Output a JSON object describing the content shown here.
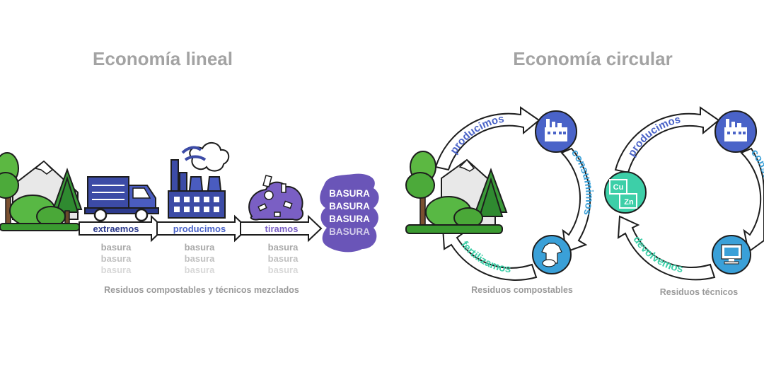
{
  "linear": {
    "title": "Economía lineal",
    "steps": [
      {
        "label": "extraemos",
        "waste": [
          "basura",
          "basura",
          "basura"
        ]
      },
      {
        "label": "producimos",
        "waste": [
          "basura",
          "basura",
          "basura"
        ]
      },
      {
        "label": "tiramos",
        "waste": [
          "basura",
          "basura",
          "basura"
        ]
      }
    ],
    "pile": [
      "BASURA",
      "BASURA",
      "BASURA",
      "BASURA"
    ],
    "caption": "Residuos compostables y técnicos mezclados"
  },
  "circular": {
    "title": "Economía circular",
    "biological": {
      "produce": "producimos",
      "consume": "consumimos",
      "return": "fertilizamos",
      "caption": "Residuos compostables"
    },
    "technical": {
      "produce": "producimos",
      "consume": "consumimos",
      "return": "devolvemos",
      "elements": [
        "Cu",
        "Zn"
      ],
      "caption": "Residuos técnicos"
    }
  },
  "colors": {
    "title": "#a3a3a3",
    "navy": "#2c3a8c",
    "blue": "#4a63c8",
    "purple": "#7a5fc4",
    "teal": "#3dcfa8",
    "cyan": "#3aa0d8",
    "green": "#4caf3a",
    "gray": "#a8a8a8"
  }
}
